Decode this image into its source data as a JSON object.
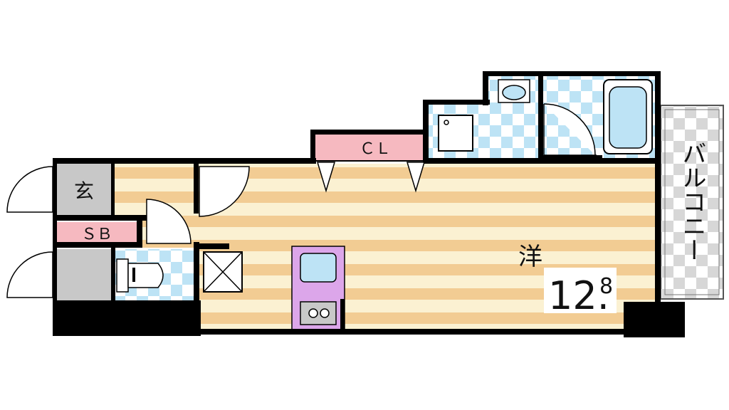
{
  "labels": {
    "entrance": "玄",
    "shoe_box": "ＳＢ",
    "closet": "ＣＬ",
    "western_room": "洋",
    "room_size_main": "12.",
    "room_size_decimal": "8",
    "balcony": "バルコニー"
  },
  "colors": {
    "wall": "#000000",
    "floor_stripe_a": "#f2cc93",
    "floor_stripe_b": "#fbf1d2",
    "storage_pink": "#f6b9c0",
    "kitchen_purple": "#dca6ea",
    "tile_blue": "#bde3f5",
    "tile_white": "#ffffff",
    "genkan_gray": "#c8c8c8",
    "balcony_check": "#d7d7d7",
    "sink_blue": "#bde3f5",
    "stove_gray": "#c8c8c8"
  },
  "icons": {
    "door": "door-swing-icon",
    "toilet": "toilet-icon",
    "bathtub": "bathtub-icon",
    "washbasin": "washbasin-icon",
    "sink": "sink-icon",
    "stove": "stove-icon",
    "fridge": "refrigerator-space-icon",
    "washer": "washing-machine-space-icon"
  }
}
